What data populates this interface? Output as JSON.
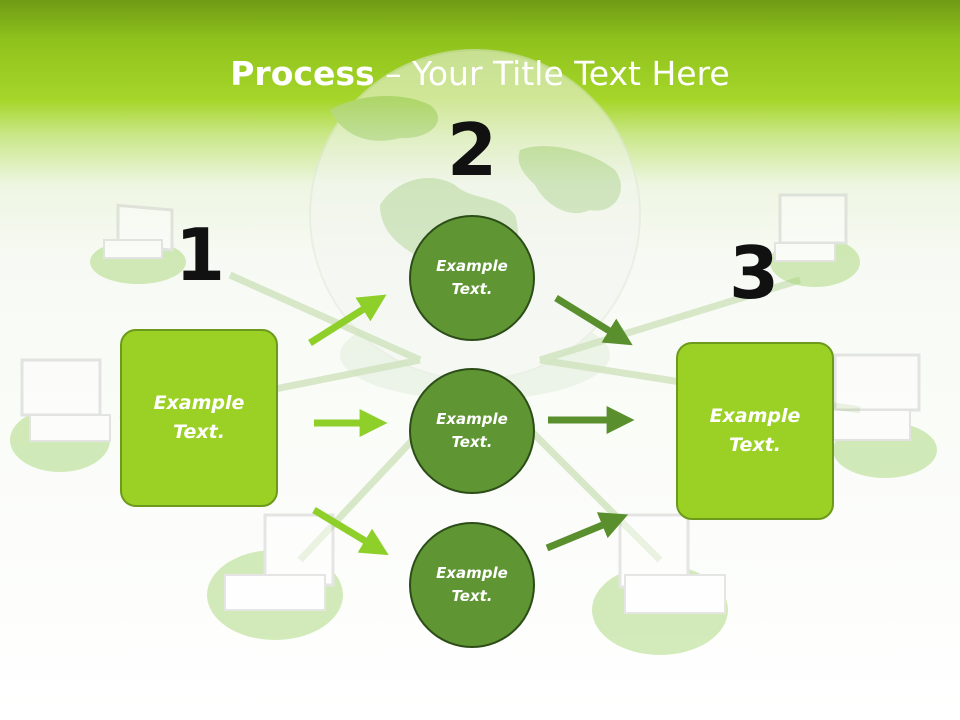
{
  "title": {
    "bold": "Process",
    "rest": " – Your Title Text Here"
  },
  "steps": [
    {
      "number": "1",
      "text": "Example\nText."
    },
    {
      "number": "2",
      "text": "Example\nText."
    },
    {
      "number": "3",
      "text": "Example\nText."
    }
  ],
  "circles": [
    {
      "text": "Example\nText."
    },
    {
      "text": "Example\nText."
    },
    {
      "text": "Example\nText."
    }
  ],
  "colors": {
    "header_green": "#8fc21c",
    "box_green": "#9bd124",
    "circle_green": "#5f9533",
    "arrow_light": "#8fcf2a",
    "arrow_dark": "#5a8f2e"
  }
}
